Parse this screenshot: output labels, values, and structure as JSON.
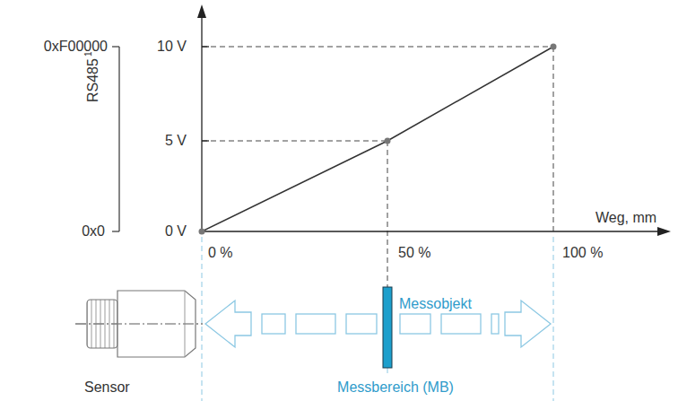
{
  "diagram": {
    "labels": [
      "0xF00000",
      "0x0",
      "RS485",
      "1",
      "10 V",
      "5 V",
      "0 V",
      "Weg, mm",
      "0 %",
      "50 %",
      "100 %",
      "Messobjekt",
      "Sensor",
      "Messbereich (MB)"
    ]
  }
}
